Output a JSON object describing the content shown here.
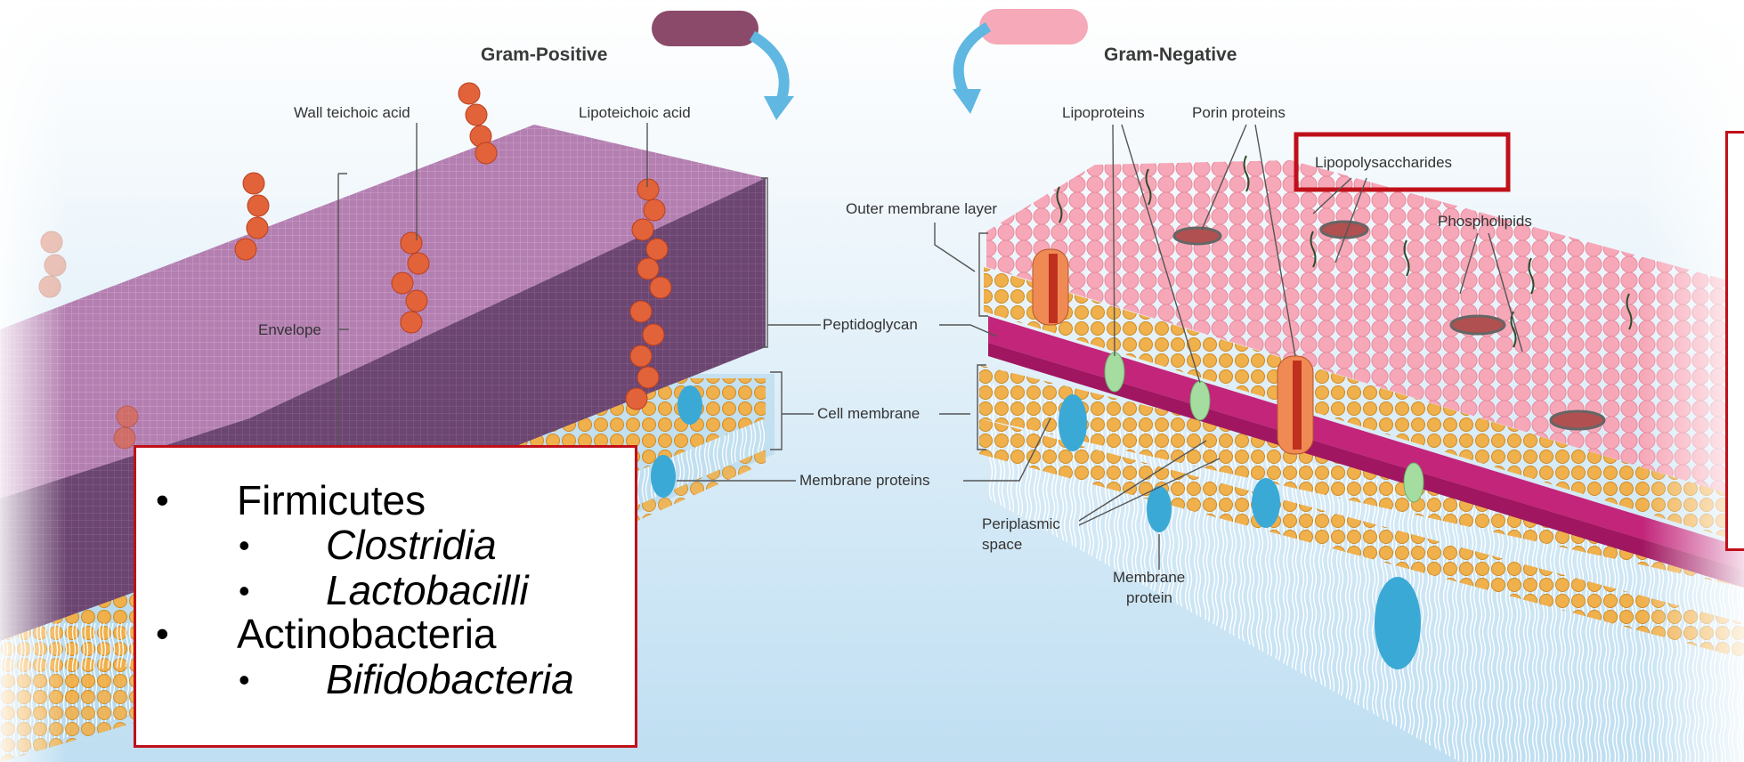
{
  "headers": {
    "gram_positive": "Gram-Positive",
    "gram_negative": "Gram-Negative"
  },
  "labels": {
    "wall_teichoic_acid": "Wall teichoic acid",
    "lipoteichoic_acid": "Lipoteichoic acid",
    "envelope": "Envelope",
    "outer_membrane_layer": "Outer membrane layer",
    "peptidoglycan": "Peptidoglycan",
    "cell_membrane": "Cell membrane",
    "membrane_proteins": "Membrane proteins",
    "lipoproteins": "Lipoproteins",
    "porin_proteins": "Porin proteins",
    "lipopolysaccharides": "Lipopolysaccharides",
    "phospholipids": "Phospholipids",
    "periplasmic_space_line1": "Periplasmic",
    "periplasmic_space_line2": "space",
    "membrane_protein_line1": "Membrane",
    "membrane_protein_line2": "protein"
  },
  "bacteria_list": {
    "bullet": "•",
    "items": [
      {
        "label": "Firmicutes",
        "italic": false,
        "level": 1
      },
      {
        "label": "Clostridia",
        "italic": true,
        "level": 2
      },
      {
        "label": "Lactobacilli",
        "italic": true,
        "level": 2
      },
      {
        "label": "Actinobacteria",
        "italic": false,
        "level": 1
      },
      {
        "label": "Bifidobacteria",
        "italic": true,
        "level": 2
      }
    ]
  },
  "colors": {
    "highlight_border": "#c0101a",
    "peptidoglycan_gp": "#5e3a66",
    "peptidoglycan_gn": "#c2257a",
    "outer_membrane": "#f4a7b4",
    "lipid_heads": "#eeaa44",
    "teichoic_beads": "#e2623a",
    "membrane_protein": "#3aa9d6"
  }
}
